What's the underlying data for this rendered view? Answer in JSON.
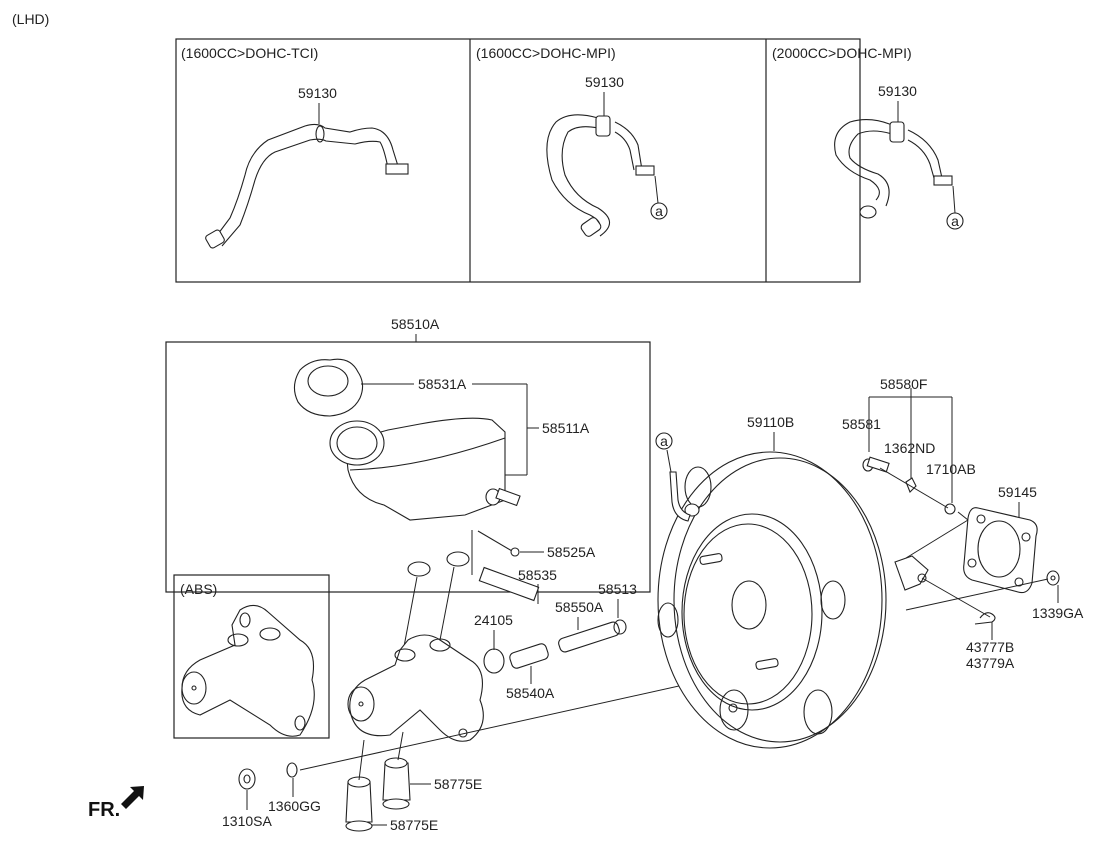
{
  "diagram": {
    "drive_note": "(LHD)",
    "direction_label": "FR.",
    "variants": [
      {
        "title": "(1600CC>DOHC-TCI)",
        "part": "59130"
      },
      {
        "title": "(1600CC>DOHC-MPI)",
        "part": "59130",
        "ref": "a"
      },
      {
        "title": "(2000CC>DOHC-MPI)",
        "part": "59130",
        "ref": "a"
      }
    ],
    "master_cylinder": {
      "assembly": "58510A",
      "abs_inset_title": "(ABS)",
      "parts": {
        "cap": "58531A",
        "reservoir": "58511A",
        "pin": "58525A",
        "seal_kit": "58535",
        "piston_primary": "58550A",
        "piston_secondary": "58540A",
        "oring": "24105",
        "seal": "58513"
      }
    },
    "booster": {
      "part": "59110B",
      "ref": "a",
      "clevis_kit": "58580F",
      "clevis_pin": "58581",
      "clip": "1362ND",
      "washer": "1710AB",
      "gasket": "59145",
      "nut": "1339GA",
      "snap_pin_1": "43777B",
      "snap_pin_2": "43779A"
    },
    "hardware": {
      "nut": "1310SA",
      "washer": "1360GG",
      "fitting_1": "58775E",
      "fitting_2": "58775E"
    }
  }
}
